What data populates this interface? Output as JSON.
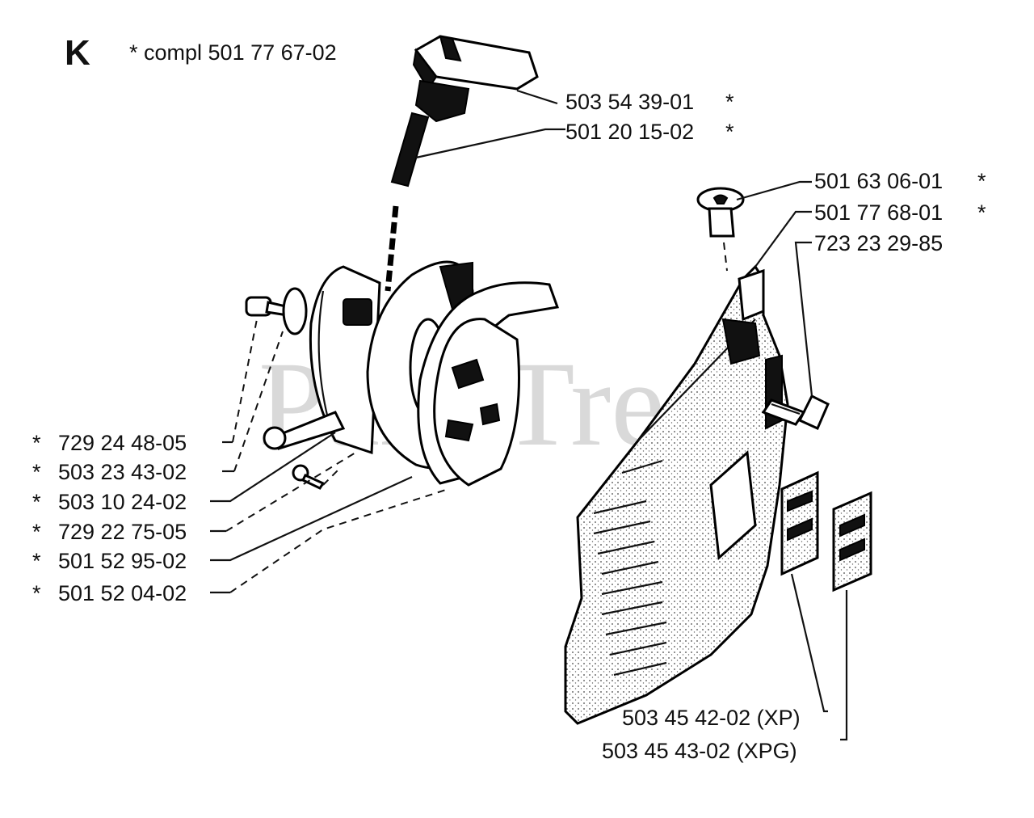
{
  "watermark": "PartsTree",
  "section": {
    "letter": "K",
    "note": "* compl 501 77 67-02"
  },
  "callouts_right_top": [
    {
      "number": "503 54 39-01",
      "mark": "*"
    },
    {
      "number": "501 20 15-02",
      "mark": "*"
    },
    {
      "number": "501 63 06-01",
      "mark": "*"
    },
    {
      "number": "501 77 68-01",
      "mark": "*"
    },
    {
      "number": "723 23 29-85",
      "mark": ""
    }
  ],
  "callouts_left": [
    {
      "mark": "*",
      "number": "729 24 48-05"
    },
    {
      "mark": "*",
      "number": "503 23 43-02"
    },
    {
      "mark": "*",
      "number": "503 10 24-02"
    },
    {
      "mark": "*",
      "number": "729 22 75-05"
    },
    {
      "mark": "*",
      "number": "501 52 95-02"
    },
    {
      "mark": "*",
      "number": "501 52 04-02"
    }
  ],
  "callouts_bottom": [
    {
      "text": "503 45 42-02 (XP)"
    },
    {
      "text": "503 45 43-02 (XPG)"
    }
  ]
}
